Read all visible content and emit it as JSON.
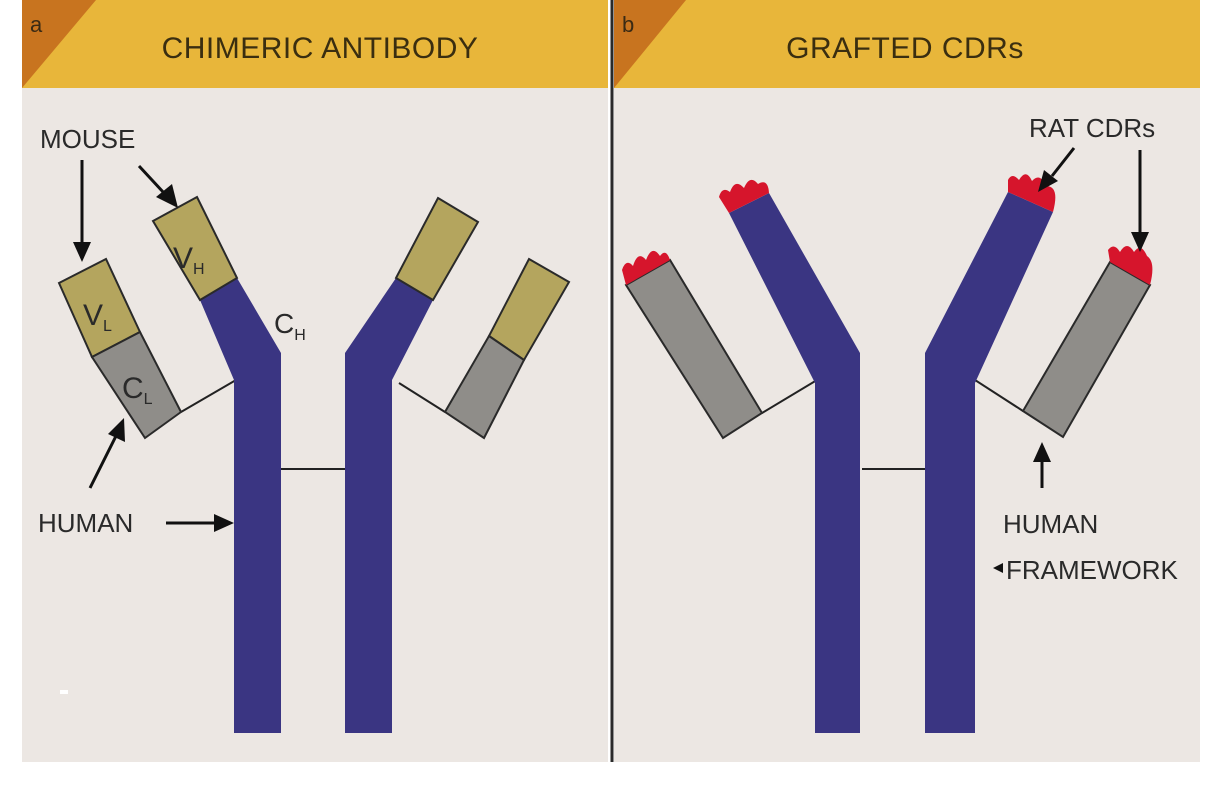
{
  "panels": [
    {
      "letter": "a",
      "title": "CHIMERIC ANTIBODY"
    },
    {
      "letter": "b",
      "title": "GRAFTED CDRs"
    }
  ],
  "labels": {
    "mouse": "MOUSE",
    "vl_main": "V",
    "vl_sub": "L",
    "vh_main": "V",
    "vh_sub": "H",
    "cl_main": "C",
    "cl_sub": "L",
    "ch_main": "C",
    "ch_sub": "H",
    "human_a": "HUMAN",
    "rat_cdrs": "RAT CDRs",
    "human_b_line1": "HUMAN",
    "human_b_line2": "FRAMEWORK"
  },
  "colors": {
    "background": "#ece7e3",
    "header": "#e8b63a",
    "header_tab": "#c8741f",
    "heavy_chain": "#3a3582",
    "mouse_region": "#b4a55e",
    "human_light": "#8f8d89",
    "cdr": "#d6152c"
  }
}
